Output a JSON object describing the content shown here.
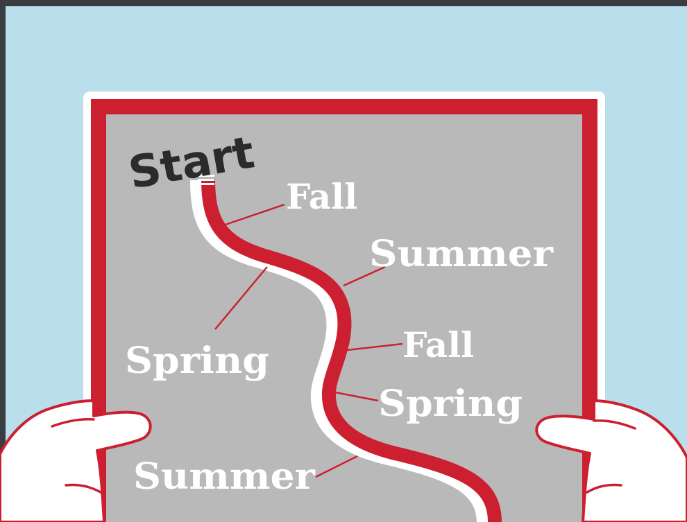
{
  "title": "Start",
  "labels": [
    {
      "id": "fall-1",
      "text": "Fall"
    },
    {
      "id": "summer-1",
      "text": "Summer"
    },
    {
      "id": "spring-1",
      "text": "Spring"
    },
    {
      "id": "fall-2",
      "text": "Fall"
    },
    {
      "id": "spring-2",
      "text": "Spring"
    },
    {
      "id": "summer-2",
      "text": "Summer"
    }
  ],
  "colors": {
    "frame": "#3a3d40",
    "sky": "#badfec",
    "border_white": "#ffffff",
    "paper_red": "#cc1f30",
    "paper_gray": "#b9b9b9",
    "road_red": "#cc1f30",
    "text_white": "#ffffff",
    "text_dark": "#2b2b2b"
  },
  "icons": [
    "winding-road-icon",
    "left-hand-icon",
    "right-hand-icon"
  ]
}
